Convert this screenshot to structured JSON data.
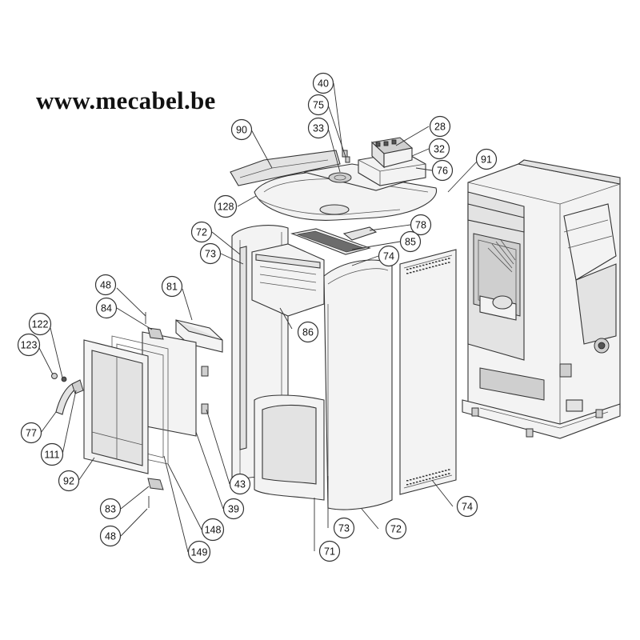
{
  "watermark": {
    "text": "www.mecabel.be"
  },
  "callouts": [
    {
      "id": "c40",
      "label": "40"
    },
    {
      "id": "c75",
      "label": "75"
    },
    {
      "id": "c33",
      "label": "33"
    },
    {
      "id": "c28",
      "label": "28"
    },
    {
      "id": "c32",
      "label": "32"
    },
    {
      "id": "c90",
      "label": "90"
    },
    {
      "id": "c76",
      "label": "76"
    },
    {
      "id": "c91",
      "label": "91"
    },
    {
      "id": "c128",
      "label": "128"
    },
    {
      "id": "c78",
      "label": "78"
    },
    {
      "id": "c85",
      "label": "85"
    },
    {
      "id": "c72a",
      "label": "72"
    },
    {
      "id": "c73a",
      "label": "73"
    },
    {
      "id": "c74a",
      "label": "74"
    },
    {
      "id": "c48a",
      "label": "48"
    },
    {
      "id": "c81",
      "label": "81"
    },
    {
      "id": "c84",
      "label": "84"
    },
    {
      "id": "c86",
      "label": "86"
    },
    {
      "id": "c122",
      "label": "122"
    },
    {
      "id": "c123",
      "label": "123"
    },
    {
      "id": "c77",
      "label": "77"
    },
    {
      "id": "c111",
      "label": "111"
    },
    {
      "id": "c92",
      "label": "92"
    },
    {
      "id": "c43",
      "label": "43"
    },
    {
      "id": "c39",
      "label": "39"
    },
    {
      "id": "c83",
      "label": "83"
    },
    {
      "id": "c48b",
      "label": "48"
    },
    {
      "id": "c148",
      "label": "148"
    },
    {
      "id": "c149",
      "label": "149"
    },
    {
      "id": "c73b",
      "label": "73"
    },
    {
      "id": "c71",
      "label": "71"
    },
    {
      "id": "c72b",
      "label": "72"
    },
    {
      "id": "c74b",
      "label": "74"
    }
  ]
}
